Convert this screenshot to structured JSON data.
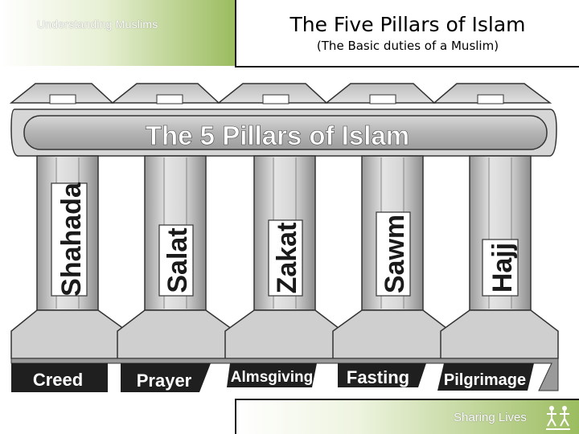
{
  "header": {
    "brand": "Understanding Muslims",
    "title": "The Five Pillars of Islam",
    "subtitle": "(The Basic duties of a Muslim)"
  },
  "diagram": {
    "banner": "The 5 Pillars of Islam",
    "pillars": [
      {
        "name": "Shahada",
        "meaning": "Creed"
      },
      {
        "name": "Salat",
        "meaning": "Prayer"
      },
      {
        "name": "Zakat",
        "meaning": "Almsgiving"
      },
      {
        "name": "Sawm",
        "meaning": "Fasting"
      },
      {
        "name": "Hajj",
        "meaning": "Pilgrimage"
      }
    ]
  },
  "footer": {
    "text": "Sharing Lives",
    "logo_icon": "two-stick-figures-icon"
  },
  "colors": {
    "accent_green": "#9bbc5f",
    "pillar_gray": "#c9c9c9",
    "base_dark": "#222222"
  }
}
